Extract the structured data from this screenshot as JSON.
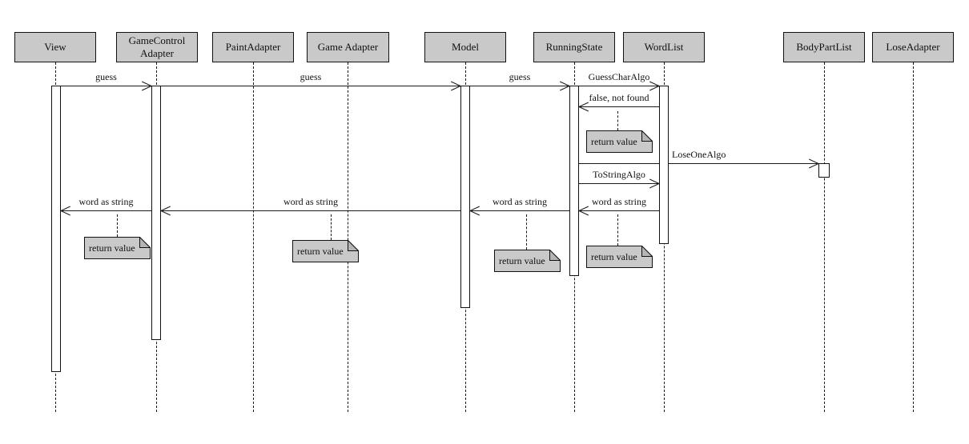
{
  "diagram": {
    "type": "uml-sequence-diagram",
    "colors": {
      "background": "#ffffff",
      "box_fill": "#c9c9c9",
      "note_fill": "#c9c9c9",
      "line": "#1a1a1a"
    },
    "lifelines": [
      {
        "label": "View"
      },
      {
        "label": "GameControl Adapter",
        "lines": [
          "GameControl",
          "Adapter"
        ]
      },
      {
        "label": "PaintAdapter"
      },
      {
        "label": "Game Adapter"
      },
      {
        "label": "Model"
      },
      {
        "label": "RunningState"
      },
      {
        "label": "WordList"
      },
      {
        "label": "BodyPartList"
      },
      {
        "label": "LoseAdapter"
      }
    ],
    "messages": [
      {
        "label": "guess",
        "from": "View",
        "to": "GameControl Adapter"
      },
      {
        "label": "guess",
        "from": "GameControl Adapter",
        "to": "Model"
      },
      {
        "label": "guess",
        "from": "Model",
        "to": "RunningState"
      },
      {
        "label": "GuessCharAlgo",
        "from": "RunningState",
        "to": "WordList"
      },
      {
        "label": "false, not found",
        "from": "WordList",
        "to": "RunningState"
      },
      {
        "label": "LoseOneAlgo",
        "from": "WordList",
        "to": "BodyPartList"
      },
      {
        "label": "ToStringAlgo",
        "from": "RunningState",
        "to": "WordList"
      },
      {
        "label": "word as string",
        "from": "WordList",
        "to": "RunningState"
      },
      {
        "label": "word as string",
        "from": "RunningState",
        "to": "Model"
      },
      {
        "label": "word as string",
        "from": "Model",
        "to": "GameControl Adapter"
      },
      {
        "label": "word as string",
        "from": "GameControl Adapter",
        "to": "View"
      }
    ],
    "notes": [
      {
        "label": "return value"
      },
      {
        "label": "return value"
      },
      {
        "label": "return value"
      },
      {
        "label": "return value"
      },
      {
        "label": "return value"
      }
    ]
  }
}
